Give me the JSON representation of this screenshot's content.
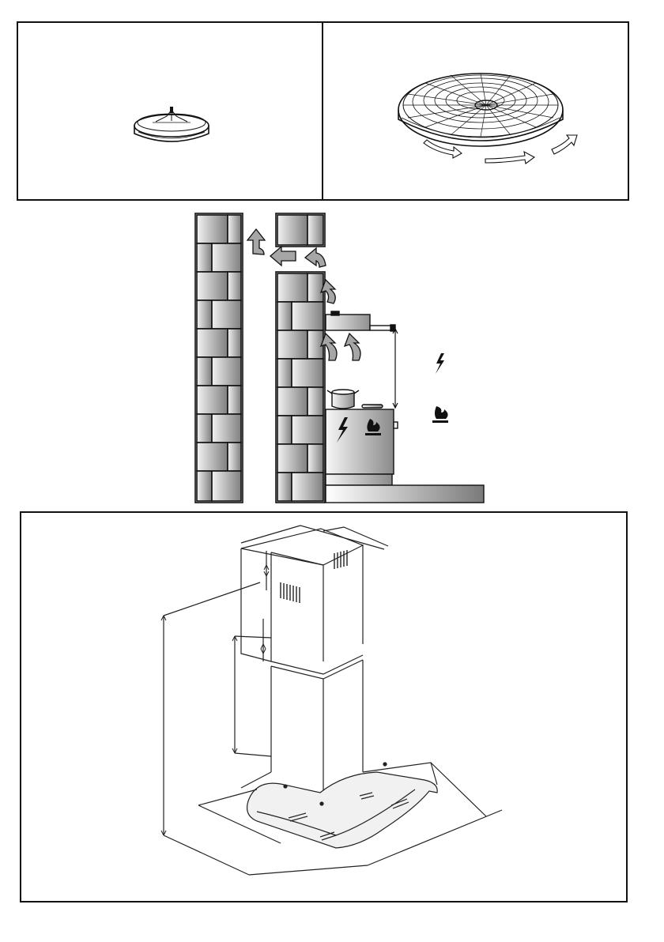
{
  "page": {
    "background": "#ffffff",
    "stroke_color": "#111111"
  },
  "top_panels": [
    {
      "name": "carbon-filter-ring",
      "icon": "filter-ring-icon"
    },
    {
      "name": "carbon-filter-mesh-rotation",
      "icon": "filter-mesh-icon"
    }
  ],
  "installation_scene": {
    "icons": {
      "electric": "lightning-icon",
      "gas": "flame-icon"
    },
    "colors": {
      "wall_light": "#f2f2f2",
      "wall_dark": "#7f7f7f",
      "arrow_fill": "#a6a6a6",
      "counter_light": "#ffffff",
      "counter_dark": "#7a7a7a"
    }
  },
  "dimension_drawing": {
    "subject": "chimney-hood-with-glass-canopy",
    "colors": {
      "line": "#222222",
      "glass": "#dddddd"
    }
  }
}
